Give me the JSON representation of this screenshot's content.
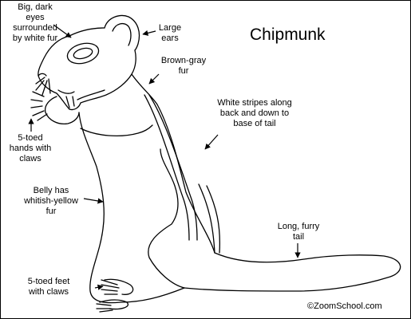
{
  "title": "Chipmunk",
  "labels": {
    "eyes": [
      "Big, dark",
      "eyes",
      "surrounded",
      "by white fur"
    ],
    "ears": [
      "Large",
      "ears"
    ],
    "fur": [
      "Brown-gray",
      "fur"
    ],
    "stripes": [
      "White stripes along",
      "back and down to",
      "base of tail"
    ],
    "hands": [
      "5-toed",
      "hands with",
      "claws"
    ],
    "belly": [
      "Belly has",
      "whitish-yellow",
      "fur"
    ],
    "tail": [
      "Long, furry",
      "tail"
    ],
    "feet": [
      "5-toed feet",
      "with claws"
    ]
  },
  "copyright": "©ZoomSchool.com",
  "colors": {
    "line": "#000000",
    "background": "#ffffff"
  }
}
